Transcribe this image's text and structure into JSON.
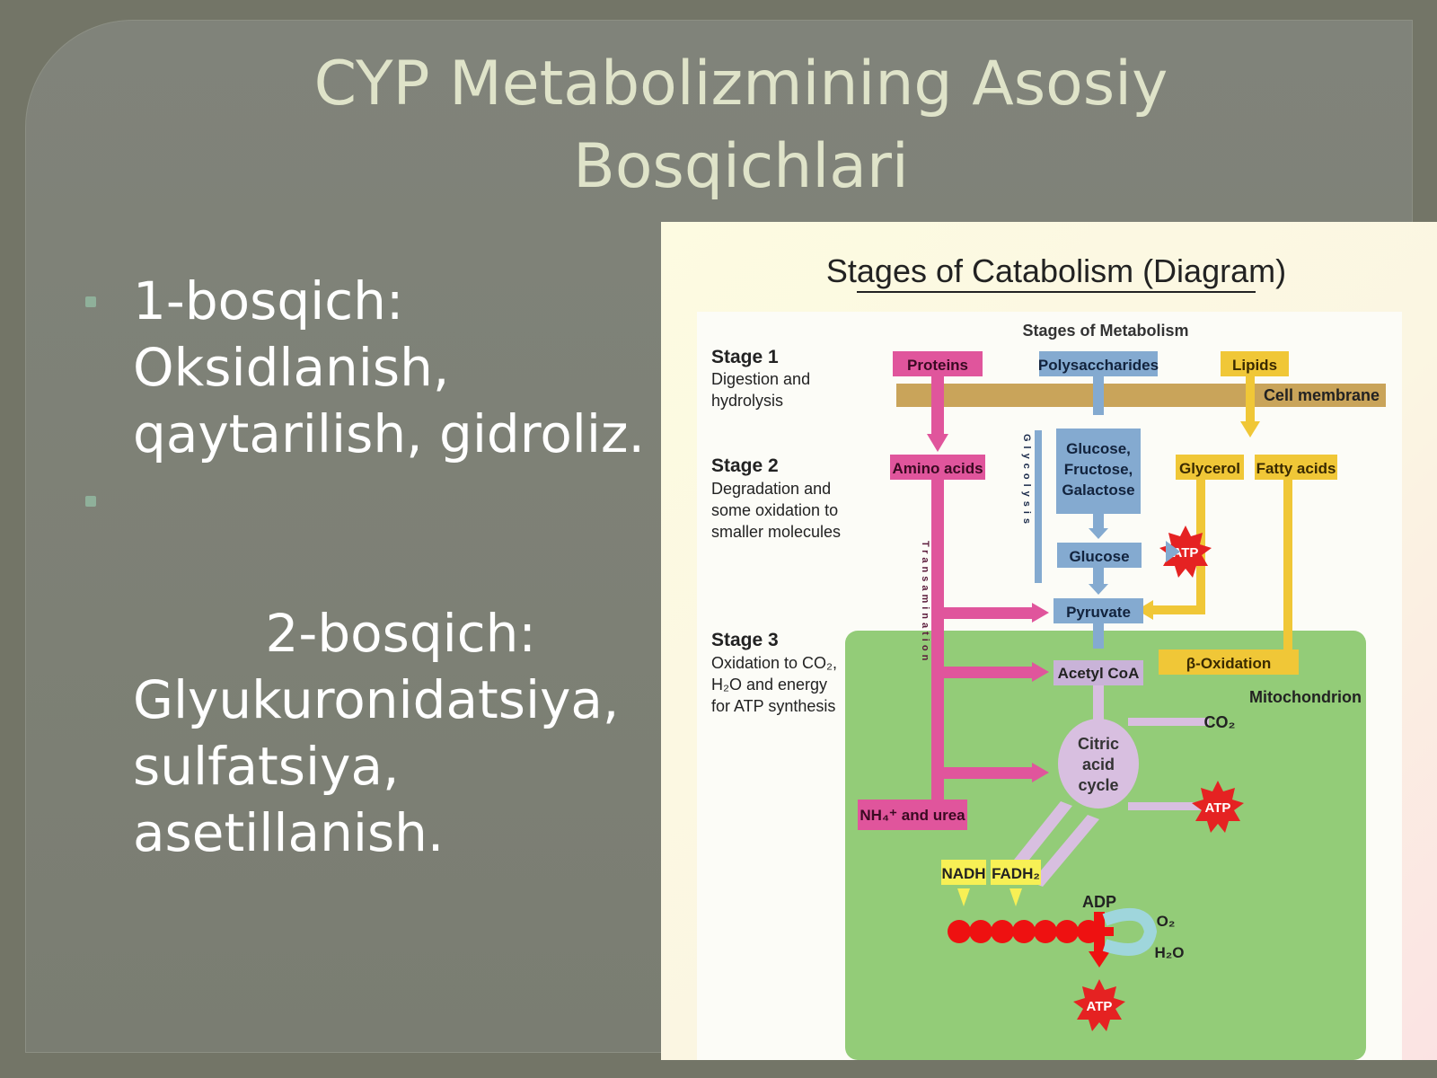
{
  "slide": {
    "title": "CYP Metabolizmining Asosiy Bosqichlari",
    "bullets": [
      {
        "text": "1-bosqich: Oksidlanish, qaytarilish, gidroliz."
      },
      {
        "text": "  2-bosqich: Glyukuronidatsiya, sulfatsiya, asetillanish."
      }
    ],
    "colors": {
      "background": "#737567",
      "title": "#dfe3c9",
      "text": "#ffffff",
      "bullet": "#8fb09a"
    }
  },
  "figure": {
    "title": "Stages of Catabolism (Diagram)",
    "header": "Stages of Metabolism",
    "stages": [
      {
        "name": "Stage 1",
        "lines": [
          "Digestion and",
          "hydrolysis"
        ]
      },
      {
        "name": "Stage 2",
        "lines": [
          "Degradation and",
          "some oxidation to",
          "smaller molecules"
        ]
      },
      {
        "name": "Stage 3",
        "lines": [
          "Oxidation to CO₂,",
          "H₂O and energy",
          "for ATP synthesis"
        ]
      }
    ],
    "labels": {
      "proteins": "Proteins",
      "polysaccharides": "Polysaccharides",
      "lipids": "Lipids",
      "cell_membrane": "Cell membrane",
      "amino_acids": "Amino acids",
      "glucose_fructose_galactose": [
        "Glucose,",
        "Fructose,",
        "Galactose"
      ],
      "glycerol": "Glycerol",
      "fatty_acids": "Fatty acids",
      "glycolysis": "Glycolysis",
      "glucose": "Glucose",
      "pyruvate": "Pyruvate",
      "atp": "ATP",
      "transamination": "Transamination",
      "acetyl_coa": "Acetyl CoA",
      "beta_oxidation": "β-Oxidation",
      "mitochondrion": "Mitochondrion",
      "co2": "CO₂",
      "citric_acid_cycle": [
        "Citric",
        "acid",
        "cycle"
      ],
      "nh4_urea": "NH₄⁺ and urea",
      "nadh": "NADH",
      "fadh2": "FADH₂",
      "adp": "ADP",
      "o2": "O₂",
      "h2o": "H₂O"
    },
    "colors": {
      "protein": "#e0559c",
      "carb": "#84aad0",
      "lipid": "#f0c737",
      "membrane": "#c9a45a",
      "mitochondrion": "#93cc78",
      "atp": "#e52222",
      "citric": "#d8bfe0",
      "chain": "#ee1111",
      "nadh_box": "#f7f055"
    }
  }
}
